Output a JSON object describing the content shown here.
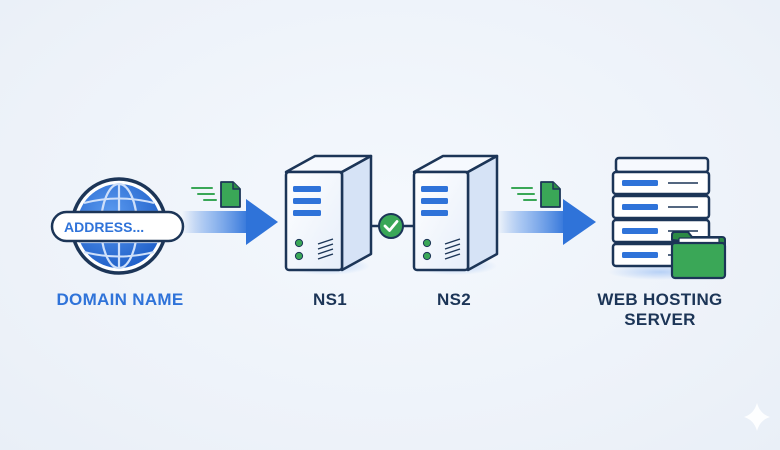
{
  "nodes": {
    "domain": {
      "label": "DOMAIN NAME",
      "address_text": "ADDRESS..."
    },
    "ns1": {
      "label": "NS1"
    },
    "ns2": {
      "label": "NS2"
    },
    "host": {
      "label": "WEB HOSTING\nSERVER"
    }
  },
  "colors": {
    "accent_blue": "#2f73d9",
    "dark_navy": "#1c3557",
    "green": "#3aa757",
    "background": "#eef3fa"
  },
  "icons": {
    "globe": "globe-icon",
    "document": "document-icon",
    "check": "check-icon",
    "folder": "folder-icon",
    "server": "server-icon",
    "sparkle": "sparkle-icon"
  }
}
